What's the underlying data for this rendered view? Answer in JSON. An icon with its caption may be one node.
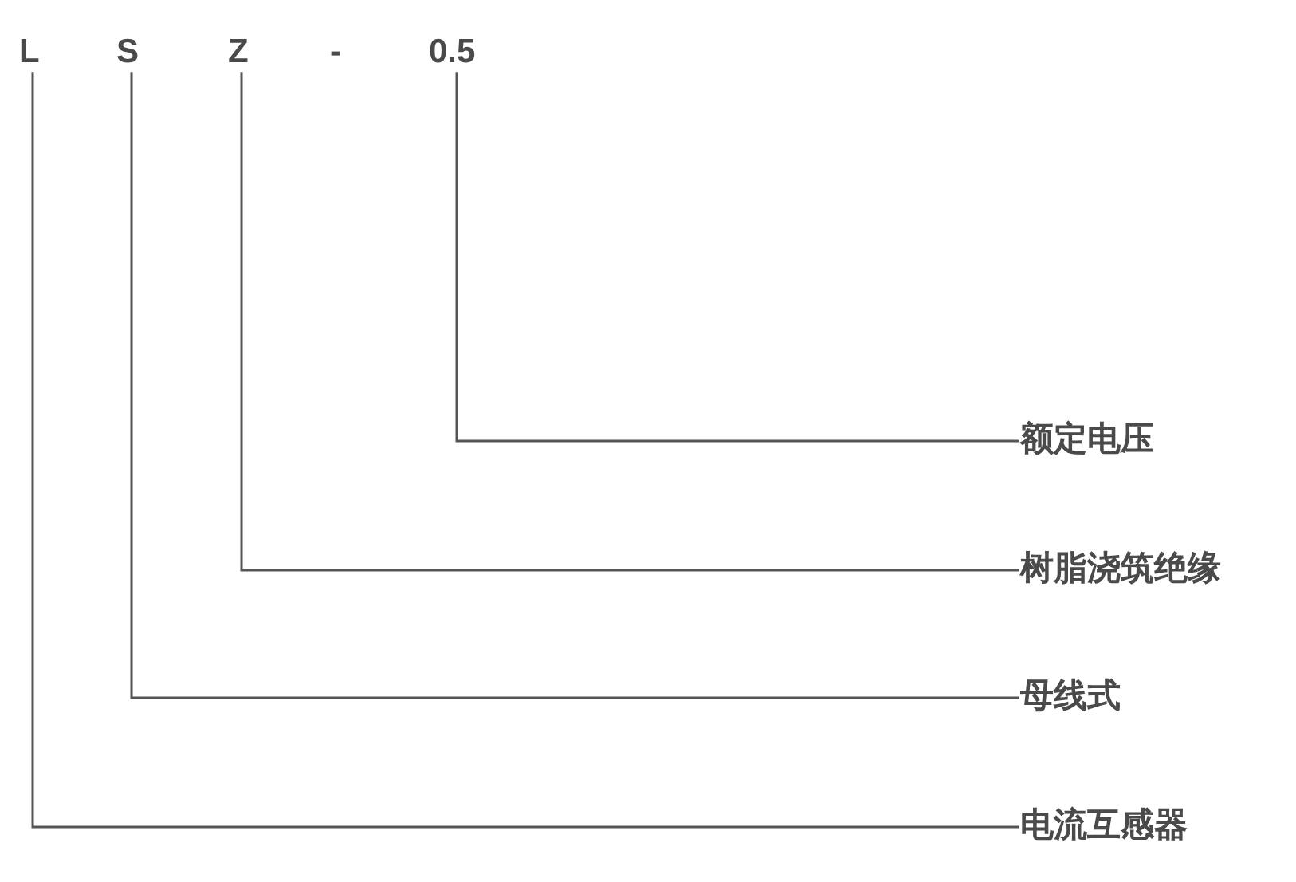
{
  "diagram": {
    "nodes": [
      {
        "text": [
          "L"
        ]
      },
      {
        "text": [
          "S"
        ]
      },
      {
        "text": [
          "Z"
        ]
      },
      {
        "text": [
          "0.5"
        ]
      },
      {
        "text": [
          "额定电压"
        ]
      },
      {
        "text": [
          "树脂浇筑绝缘"
        ]
      },
      {
        "text": [
          "母线式"
        ]
      },
      {
        "text": [
          "电流互感器"
        ]
      }
    ],
    "edges": [
      {
        "from": 3,
        "to": 4,
        "arrow": "none"
      },
      {
        "from": 2,
        "to": 5,
        "arrow": "none"
      },
      {
        "from": 1,
        "to": 6,
        "arrow": "none"
      },
      {
        "from": 0,
        "to": 7,
        "arrow": "none"
      }
    ],
    "labels": [
      "-"
    ]
  }
}
